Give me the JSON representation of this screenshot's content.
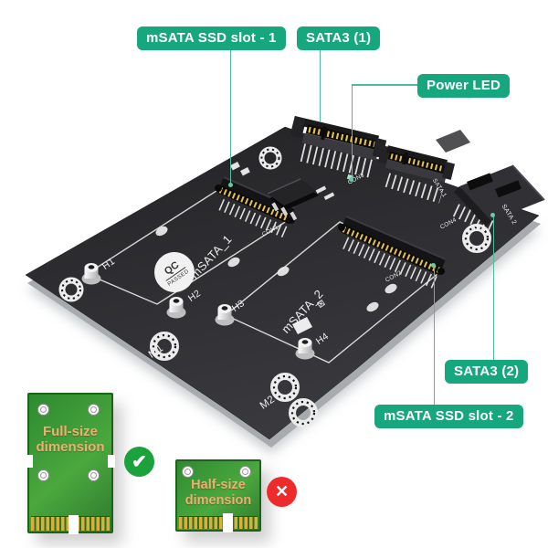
{
  "colors": {
    "accent_label_green": "#16a77e",
    "leader_line": "#4fbb9d",
    "board_dark": "#2d2d2f",
    "board_edge_gray": "#a7abae",
    "silkscreen_white": "#ececec",
    "pin_gold": "#e6c247",
    "card_green": "#3f9d3b",
    "card_border_green": "#1a641a",
    "card_text_orange": "#efae72",
    "check_green": "#1ca23c",
    "cross_red": "#ee2b2b"
  },
  "callouts": {
    "msata_slot_1": "mSATA SSD slot - 1",
    "sata3_1": "SATA3 (1)",
    "power_led": "Power LED",
    "sata3_2": "SATA3 (2)",
    "msata_slot_2": "mSATA SSD slot - 2"
  },
  "board_silkscreen": {
    "msata1": "mSATA_1",
    "msata2": "mSATA_2",
    "h1": "H1",
    "h2": "H2",
    "h3": "H3",
    "h4": "H4",
    "m1": "M1",
    "m2": "M2",
    "con1": "CON1",
    "con2": "CON2",
    "con3": "CON3",
    "con4": "CON4",
    "sata1": "SATA 1",
    "sata2": "SATA 2",
    "qc_line1": "QC",
    "qc_line2": "PASSED",
    "weee_mark": "⊠"
  },
  "cards": {
    "full_size": {
      "line1": "Full-size",
      "line2": "dimension"
    },
    "half_size": {
      "line1": "Half-size",
      "line2": "dimension"
    }
  },
  "icons": {
    "check": "✔",
    "cross": "✕"
  }
}
